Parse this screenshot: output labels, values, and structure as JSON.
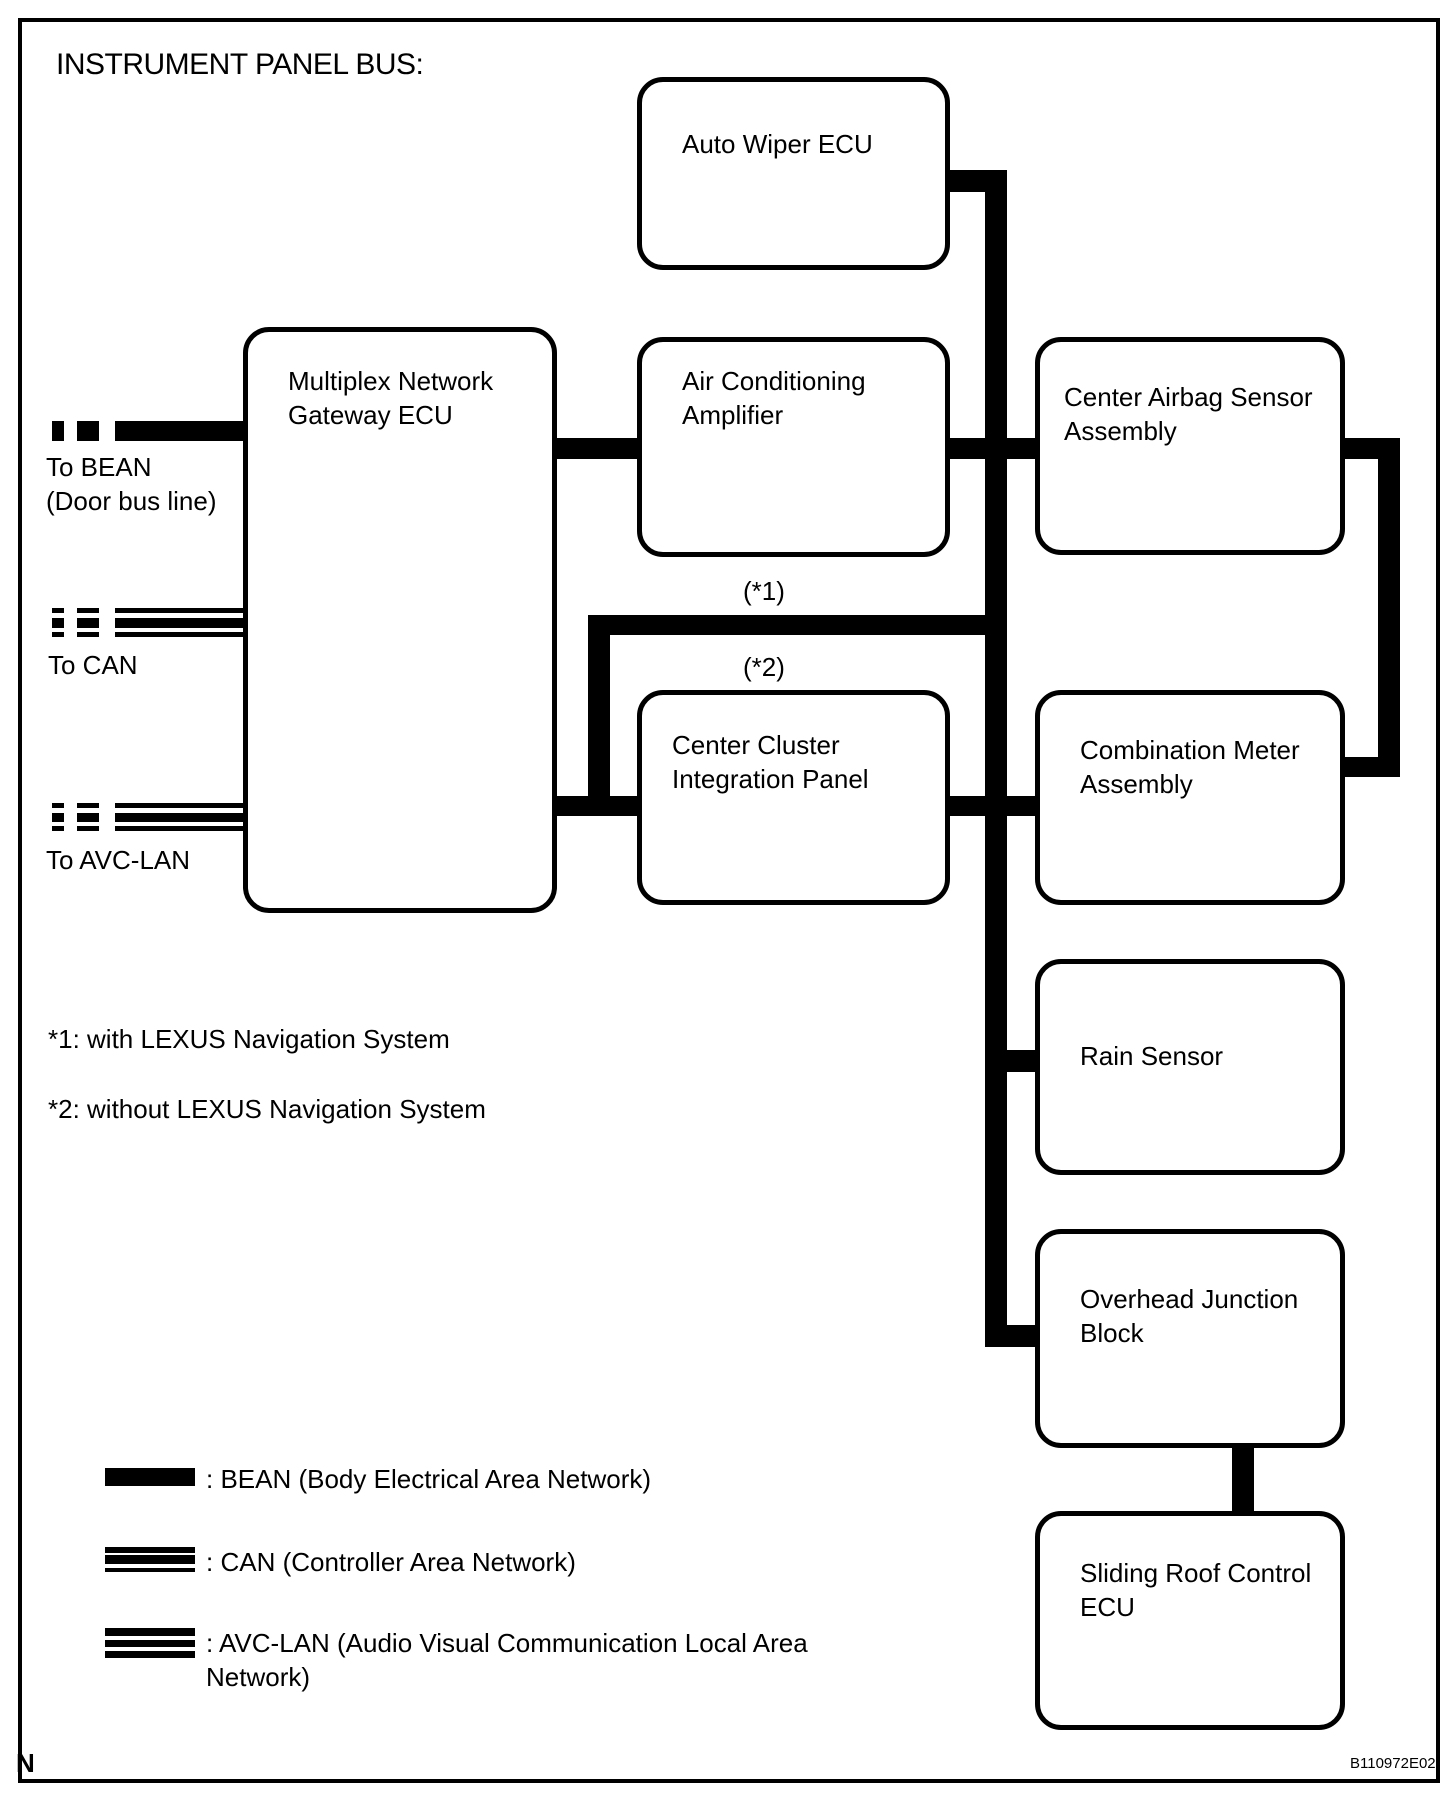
{
  "title": "INSTRUMENT PANEL BUS:",
  "nodes": {
    "auto_wiper": {
      "label": "Auto Wiper ECU"
    },
    "gateway": {
      "label": "Multiplex Network\nGateway ECU"
    },
    "ac_amplifier": {
      "label": "Air Conditioning\nAmplifier"
    },
    "center_airbag": {
      "label": "Center Airbag Sensor\nAssembly"
    },
    "center_cluster": {
      "label": "Center Cluster\nIntegration Panel"
    },
    "combination_meter": {
      "label": "Combination Meter\nAssembly"
    },
    "rain_sensor": {
      "label": "Rain Sensor"
    },
    "overhead_junction": {
      "label": "Overhead Junction\nBlock"
    },
    "sliding_roof": {
      "label": "Sliding Roof Control\nECU"
    }
  },
  "bus_stubs": {
    "bean": {
      "label": "To BEAN\n(Door bus line)"
    },
    "can": {
      "label": "To CAN"
    },
    "avc_lan": {
      "label": "To AVC-LAN"
    }
  },
  "annotations": {
    "star1": "(*1)",
    "star2": "(*2)",
    "note1": "*1: with LEXUS Navigation System",
    "note2": "*2: without LEXUS Navigation System"
  },
  "legend": {
    "bean": ": BEAN (Body Electrical Area Network)",
    "can": ": CAN (Controller Area Network)",
    "avc_lan": ": AVC-LAN (Audio Visual Communication Local Area\nNetwork)"
  },
  "footer": {
    "page_marker": "N",
    "figure_code": "B110972E02"
  },
  "colors": {
    "line": "#000000",
    "background": "#ffffff"
  }
}
